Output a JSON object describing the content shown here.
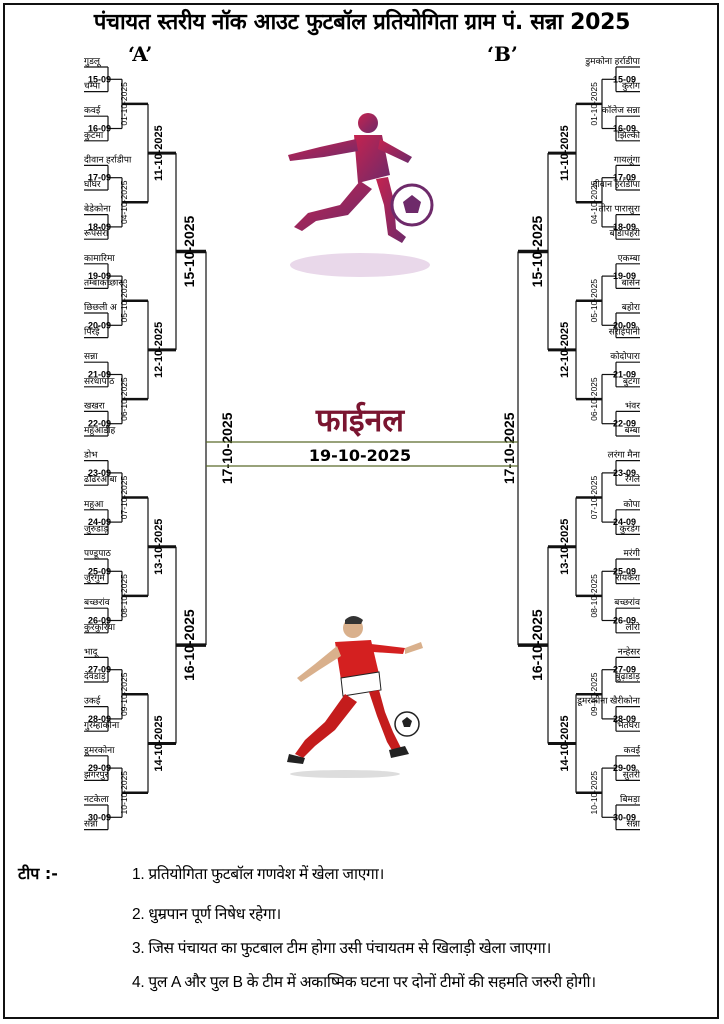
{
  "title": "पंचायत स्तरीय नॉक आउट फुटबॉल प्रतियोगिता ग्राम पं. सन्ना 2025",
  "pools": {
    "a": "‘A’",
    "b": "‘B’"
  },
  "left_matches": [
    {
      "t1": "गुडलू",
      "t2": "चम्पा",
      "date": "15-09"
    },
    {
      "t1": "कवई",
      "t2": "कुटमा",
      "date": "16-09"
    },
    {
      "t1": "दीवान हर्राडीपा",
      "t2": "घोघर",
      "date": "17-09"
    },
    {
      "t1": "बेडेकोना",
      "t2": "रूपसेरा",
      "date": "18-09"
    },
    {
      "t1": "कामारिमा",
      "t2": "तम्बाकच्छार",
      "date": "19-09"
    },
    {
      "t1": "छिछली अ",
      "t2": "पिरई",
      "date": "20-09"
    },
    {
      "t1": "सन्ना",
      "t2": "सरधापाठ",
      "date": "21-09"
    },
    {
      "t1": "खखरा",
      "t2": "महुआडीह",
      "date": "22-09"
    },
    {
      "t1": "डोभ",
      "t2": "ढोढरआंबा",
      "date": "23-09"
    },
    {
      "t1": "महुआ",
      "t2": "जुरुडांड़",
      "date": "24-09"
    },
    {
      "t1": "पण्डूपाठ",
      "t2": "जुरगुम",
      "date": "25-09"
    },
    {
      "t1": "बच्छरांव",
      "t2": "कुरकुरिया",
      "date": "26-09"
    },
    {
      "t1": "भादू",
      "t2": "देवडांड़",
      "date": "27-09"
    },
    {
      "t1": "उकई",
      "t2": "गुरम्हाकोना",
      "date": "28-09"
    },
    {
      "t1": "डूमरकोना",
      "t2": "झगरपुर",
      "date": "29-09"
    },
    {
      "t1": "नटकेला",
      "t2": "सन्ना",
      "date": "30-09"
    }
  ],
  "right_matches": [
    {
      "t1": "डुमकोना हर्राडीपा",
      "t2": "कुरोंग",
      "date": "15-09"
    },
    {
      "t1": "कॉलेज सन्ना",
      "t2": "झिल्की",
      "date": "16-09"
    },
    {
      "t1": "गायलूंगा",
      "t2": "दीवान हर्राडीपा",
      "date": "17-09"
    },
    {
      "t1": "तोरा पारासुरा",
      "t2": "बोडापहरी",
      "date": "18-09"
    },
    {
      "t1": "एकम्बा",
      "t2": "बासेन",
      "date": "19-09"
    },
    {
      "t1": "बहोरा",
      "t2": "सराईपानी",
      "date": "20-09"
    },
    {
      "t1": "कोदोपारा",
      "t2": "बुटंगा",
      "date": "21-09"
    },
    {
      "t1": "भंवर",
      "t2": "बम्बा",
      "date": "22-09"
    },
    {
      "t1": "लरंगा मैना",
      "t2": "रेंगले",
      "date": "23-09"
    },
    {
      "t1": "कोपा",
      "t2": "कुरडेग",
      "date": "24-09"
    },
    {
      "t1": "मरंगी",
      "t2": "रायकेरा",
      "date": "25-09"
    },
    {
      "t1": "बच्छरांव",
      "t2": "लोरो",
      "date": "26-09"
    },
    {
      "t1": "नन्हेसर",
      "t2": "बुढ़ाडांड़",
      "date": "27-09"
    },
    {
      "t1": "डूमरकोना खैरीकोना",
      "t2": "भितघरा",
      "date": "28-09"
    },
    {
      "t1": "कवई",
      "t2": "सुतरी",
      "date": "29-09"
    },
    {
      "t1": "बिमड़ा",
      "t2": "सन्ना",
      "date": "30-09"
    }
  ],
  "round1_dates": [
    "01-10-2025",
    "04-10-2025",
    "05-10-2025",
    "06-10-2025",
    "07-10-2025",
    "08-10-2025",
    "09-10-2025",
    "10-10-2025"
  ],
  "round2_dates": [
    "11-10-2025",
    "12-10-2025",
    "13-10-2025",
    "14-10-2025"
  ],
  "round3_dates": [
    "15-10-2025",
    "16-10-2025"
  ],
  "semi_date": "17-10-2025",
  "final": {
    "label": "फाईनल",
    "date": "19-10-2025"
  },
  "notes": {
    "title": "टीप :-",
    "items": [
      "1. प्रतियोगिता फुटबॉल गणवेश में खेला जाएगा।",
      "2. धुम्रपान पूर्ण निषेध रहेगा।",
      "3. जिस पंचायत का फुटबाल टीम होगा उसी पंचायतम से खिलाड़ी खेला जाएगा।",
      "4. पुल A और पुल B के टीम में अकाष्मिक घटना पर दोनों टीमों की सहमति जरुरी होगी।"
    ]
  },
  "colors": {
    "accent": "#7a1530",
    "line": "#111111",
    "final_line": "#5a6a2a"
  },
  "icons": [
    "football-player-icon",
    "football-player-icon"
  ]
}
